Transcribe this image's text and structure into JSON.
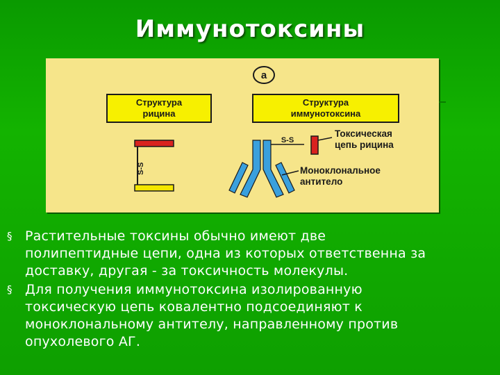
{
  "slide": {
    "title": "Иммунотоксины"
  },
  "figure": {
    "panel_marker": "а",
    "box_ricin": [
      "Структура",
      "рицина"
    ],
    "box_immunotoxin": [
      "Структура",
      "иммунотоксина"
    ],
    "disulfide_label": "S-S",
    "disulfide_vertical": "S-S",
    "toxic_chain_label": [
      "Токсическая",
      "цепь рицина"
    ],
    "antibody_label": [
      "Моноклональное",
      "антитело"
    ],
    "colors": {
      "box_fill": "#f7f000",
      "box_border": "#1a1a1a",
      "ricin_a_chain": "#d9231f",
      "ricin_b_chain": "#f4e600",
      "antibody": "#3aa0dd",
      "panel_bg": "#f6e58a"
    }
  },
  "bullets": [
    {
      "marker": "§",
      "lines": [
        "Растительные токсины обычно имеют две",
        "полипептидные цепи, одна из которых ответственна за",
        "доставку, другая - за токсичность молекулы."
      ]
    },
    {
      "marker": "§",
      "lines": [
        "Для получения иммунотоксина изолированную",
        "токсическую цепь ковалентно подсоединяют к",
        "моноклональному антителу, направленному против",
        "опухолевого АГ."
      ]
    }
  ]
}
